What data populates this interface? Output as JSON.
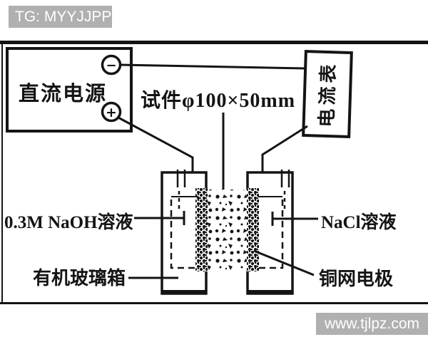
{
  "watermark_top": {
    "text": "TG: MYYJJPP"
  },
  "watermark_bottom": {
    "text": "www.tjlpz.com"
  },
  "colors": {
    "ink": "#141414",
    "background": "#ffffff",
    "watermark_bg": "#b0b0b0",
    "watermark_text": "#ffffff"
  },
  "diagram": {
    "dc_power_supply": "直流电源",
    "negative_symbol": "−",
    "positive_symbol": "+",
    "ammeter": "电流表",
    "specimen": "试件φ100×50mm",
    "naoh_solution": "0.3M NaOH溶液",
    "nacl_solution": "NaCl溶液",
    "plexiglass_box": "有机玻璃箱",
    "copper_mesh_electrode": "铜网电极"
  }
}
